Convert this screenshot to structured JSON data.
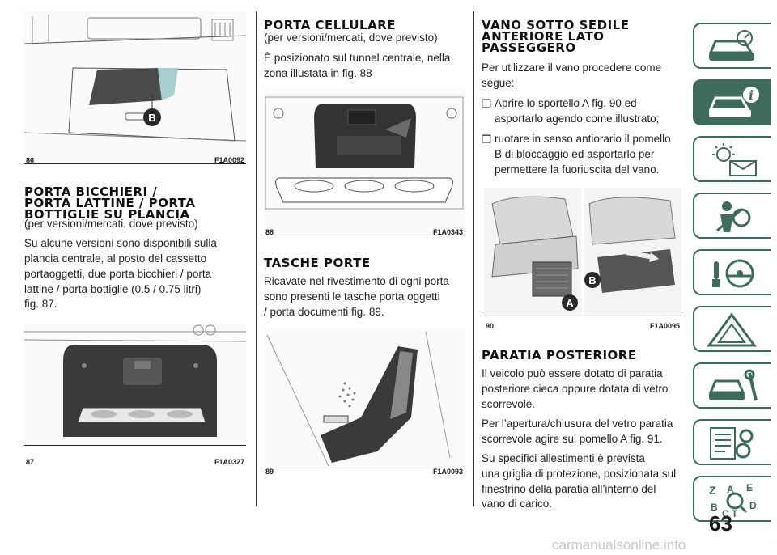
{
  "col1": {
    "fig86": {
      "num": "86",
      "code": "F1A0092",
      "marker": "B"
    },
    "heading": "PORTA BICCHIERI / PORTA LATTINE / PORTA BOTTIGLIE SU PLANCIA",
    "heading_l1": "PORTA BICCHIERI /",
    "heading_l2": "PORTA LATTINE / PORTA",
    "heading_l3": "BOTTIGLIE SU PLANCIA",
    "sub": "(per versioni/mercati, dove previsto)",
    "body_l1": "Su alcune versioni sono disponibili sulla",
    "body_l2": "plancia centrale, al posto del cassetto",
    "body_l3": "portaoggetti, due porta bicchieri / porta",
    "body_l4": "lattine / porta bottiglie (0.5 / 0.75 litri)",
    "body_l5": "fig. 87.",
    "fig87": {
      "num": "87",
      "code": "F1A0327"
    }
  },
  "col2": {
    "heading": "PORTA CELLULARE",
    "sub": "(per versioni/mercati, dove previsto)",
    "body_l1": "È posizionato sul tunnel centrale, nella",
    "body_l2": "zona illustata in fig. 88",
    "fig88": {
      "num": "88",
      "code": "F1A0343"
    },
    "heading2": "TASCHE PORTE",
    "body2_l1": "Ricavate nel rivestimento di ogni porta",
    "body2_l2": "sono presenti le tasche porta oggetti",
    "body2_l3": "/ porta documenti fig. 89.",
    "fig89": {
      "num": "89",
      "code": "F1A0093"
    }
  },
  "col3": {
    "heading_l1": "VANO SOTTO SEDILE",
    "heading_l2": "ANTERIORE LATO",
    "heading_l3": "PASSEGGERO",
    "intro_l1": "Per utilizzare il vano procedere come",
    "intro_l2": "segue:",
    "bullet_char": "❒",
    "b1_l1": "Aprire lo sportello A fig. 90 ed",
    "b1_l2": "asportarlo agendo come illustrato;",
    "b2_l1": "ruotare in senso antiorario il pomello",
    "b2_l2": "B di bloccaggio ed asportarlo per",
    "b2_l3": "permettere la fuoriuscita del vano.",
    "fig90": {
      "num": "90",
      "code": "F1A0095",
      "marker_a": "A",
      "marker_b": "B"
    },
    "heading2": "PARATIA POSTERIORE",
    "p1_l1": "Il veicolo può essere dotato di paratia",
    "p1_l2": "posteriore cieca oppure dotata di vetro",
    "p1_l3": "scorrevole.",
    "p2_l1": "Per l’apertura/chiusura del vetro paratia",
    "p2_l2": "scorrevole agire sul pomello A fig. 91.",
    "p3_l1": "Su specifici allestimenti è prevista",
    "p3_l2": "una griglia di protezione, posizionata sul",
    "p3_l3": "finestrino della paratia all’interno del",
    "p3_l4": "vano di carico."
  },
  "tabs": [
    {
      "icon": "car-dashboard-icon",
      "active": false
    },
    {
      "icon": "car-info-icon",
      "active": true
    },
    {
      "icon": "warning-light-icon",
      "active": false
    },
    {
      "icon": "airbag-safety-icon",
      "active": false
    },
    {
      "icon": "steering-wheel-icon",
      "active": false
    },
    {
      "icon": "warning-triangle-icon",
      "active": false
    },
    {
      "icon": "car-service-icon",
      "active": false
    },
    {
      "icon": "technical-data-icon",
      "active": false
    },
    {
      "icon": "alphabetical-index-icon",
      "active": false
    }
  ],
  "tab_letters": {
    "z": "Z",
    "e": "E",
    "a": "A",
    "b": "B",
    "c": "C",
    "t": "T",
    "d": "D"
  },
  "accent_color": "#3d6b5c",
  "page_number": "63",
  "watermark": "carmanualsonline.info"
}
